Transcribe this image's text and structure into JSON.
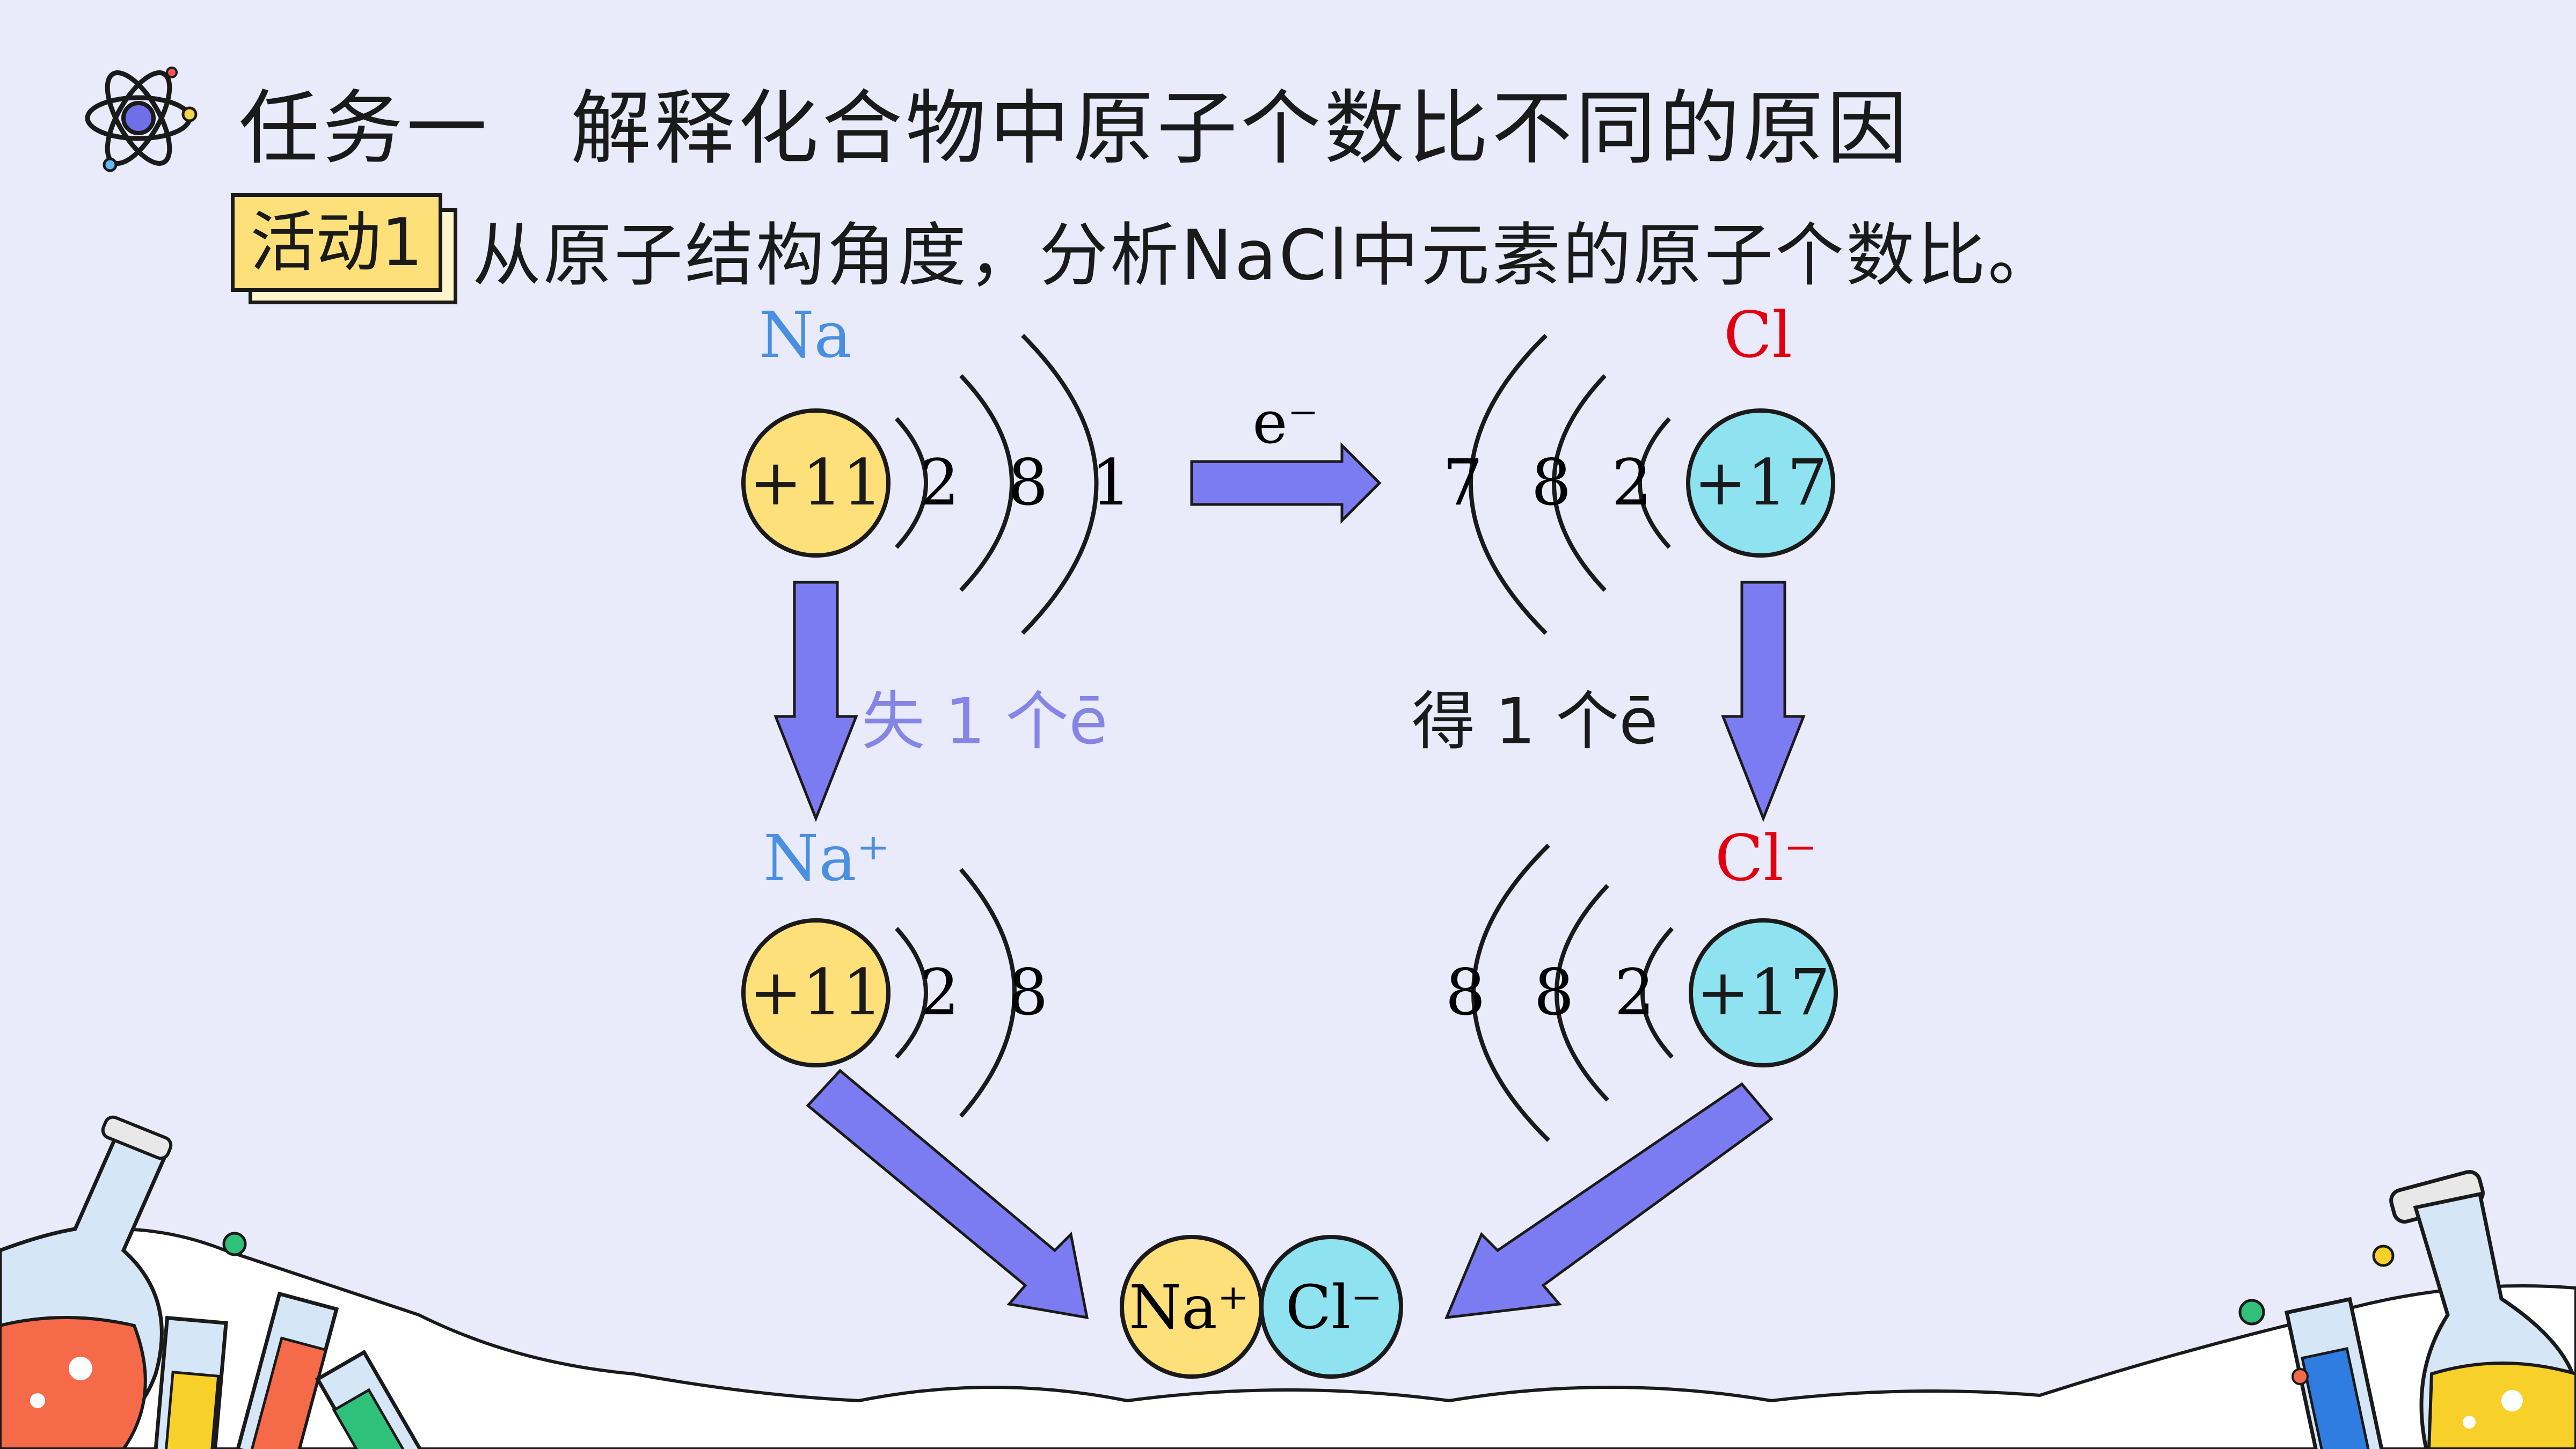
{
  "header": {
    "task_label": "任务一",
    "task_title": "解释化合物中原子个数比不同的原因"
  },
  "activity": {
    "badge": "活动1",
    "text": "从原子结构角度，分析NaCl中元素的原子个数比。"
  },
  "diagram": {
    "na": {
      "label": "Na",
      "nucleus": "+11",
      "shells": [
        "2",
        "8",
        "1"
      ],
      "color": "#4a8fe0"
    },
    "cl": {
      "label": "Cl",
      "nucleus": "+17",
      "shells": [
        "7",
        "8",
        "2"
      ],
      "color": "#e00010"
    },
    "transfer": "e⁻",
    "na_ion": {
      "label": "Na⁺",
      "nucleus": "+11",
      "shells": [
        "2",
        "8"
      ]
    },
    "cl_ion": {
      "label": "Cl⁻",
      "nucleus": "+17",
      "shells": [
        "8",
        "8",
        "2"
      ]
    },
    "lose_text": "失 1 个ē",
    "gain_text": "得 1 个ē",
    "product": {
      "cation": "Na⁺",
      "anion": "Cl⁻"
    }
  },
  "colors": {
    "background": "#e9eafa",
    "arrow": "#7c7cf2",
    "na_nucleus": "#fde07a",
    "cl_nucleus": "#8fe3f1",
    "lose_text": "#8585e6"
  }
}
